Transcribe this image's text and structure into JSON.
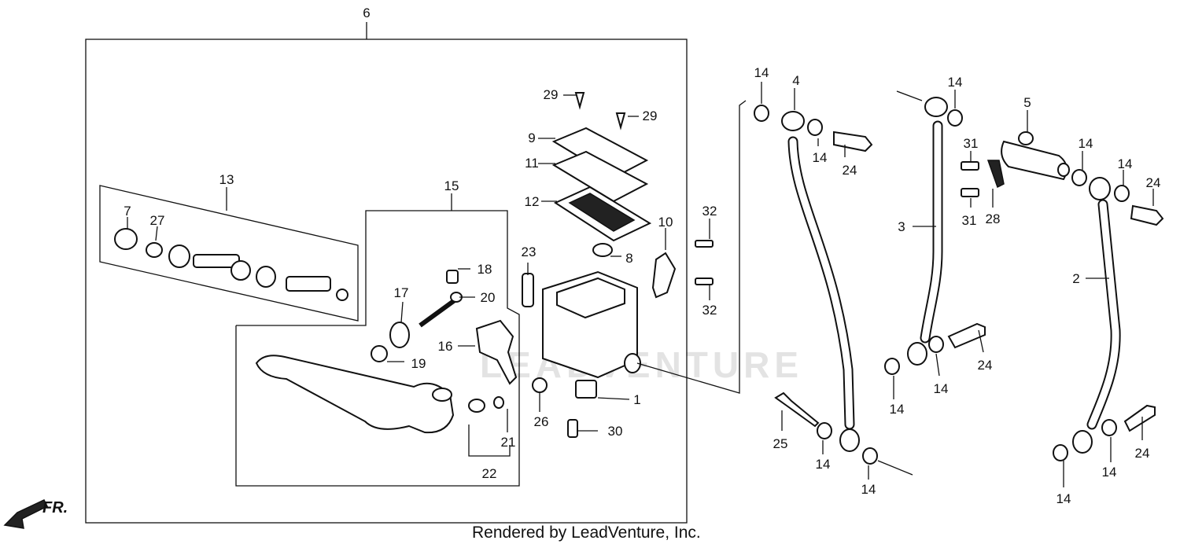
{
  "diagram": {
    "labels": [
      {
        "id": "p6",
        "text": "6"
      },
      {
        "id": "p13",
        "text": "13"
      },
      {
        "id": "p7",
        "text": "7"
      },
      {
        "id": "p27",
        "text": "27"
      },
      {
        "id": "p15",
        "text": "15"
      },
      {
        "id": "p29a",
        "text": "29"
      },
      {
        "id": "p29b",
        "text": "29"
      },
      {
        "id": "p9",
        "text": "9"
      },
      {
        "id": "p11",
        "text": "11"
      },
      {
        "id": "p12",
        "text": "12"
      },
      {
        "id": "p10",
        "text": "10"
      },
      {
        "id": "p8",
        "text": "8"
      },
      {
        "id": "p23",
        "text": "23"
      },
      {
        "id": "p18",
        "text": "18"
      },
      {
        "id": "p17",
        "text": "17"
      },
      {
        "id": "p20",
        "text": "20"
      },
      {
        "id": "p16",
        "text": "16"
      },
      {
        "id": "p19",
        "text": "19"
      },
      {
        "id": "p21",
        "text": "21"
      },
      {
        "id": "p22",
        "text": "22"
      },
      {
        "id": "p26",
        "text": "26"
      },
      {
        "id": "p1",
        "text": "1"
      },
      {
        "id": "p30",
        "text": "30"
      },
      {
        "id": "p32a",
        "text": "32"
      },
      {
        "id": "p32b",
        "text": "32"
      },
      {
        "id": "p14a",
        "text": "14"
      },
      {
        "id": "p4",
        "text": "4"
      },
      {
        "id": "p14b",
        "text": "14"
      },
      {
        "id": "p24a",
        "text": "24"
      },
      {
        "id": "p25",
        "text": "25"
      },
      {
        "id": "p14c",
        "text": "14"
      },
      {
        "id": "p14d",
        "text": "14"
      },
      {
        "id": "p14e",
        "text": "14"
      },
      {
        "id": "p3",
        "text": "3"
      },
      {
        "id": "p31a",
        "text": "31"
      },
      {
        "id": "p31b",
        "text": "31"
      },
      {
        "id": "p28",
        "text": "28"
      },
      {
        "id": "p14f",
        "text": "14"
      },
      {
        "id": "p24b",
        "text": "24"
      },
      {
        "id": "p14g",
        "text": "14"
      },
      {
        "id": "p14h",
        "text": "14"
      },
      {
        "id": "p5",
        "text": "5"
      },
      {
        "id": "p14i",
        "text": "14"
      },
      {
        "id": "p14j",
        "text": "14"
      },
      {
        "id": "p24c",
        "text": "24"
      },
      {
        "id": "p2",
        "text": "2"
      },
      {
        "id": "p24d",
        "text": "24"
      },
      {
        "id": "p14k",
        "text": "14"
      },
      {
        "id": "p14l",
        "text": "14"
      }
    ],
    "direction": "FR.",
    "watermark": "LEADVENTURE",
    "footer": "Rendered by LeadVenture, Inc."
  }
}
